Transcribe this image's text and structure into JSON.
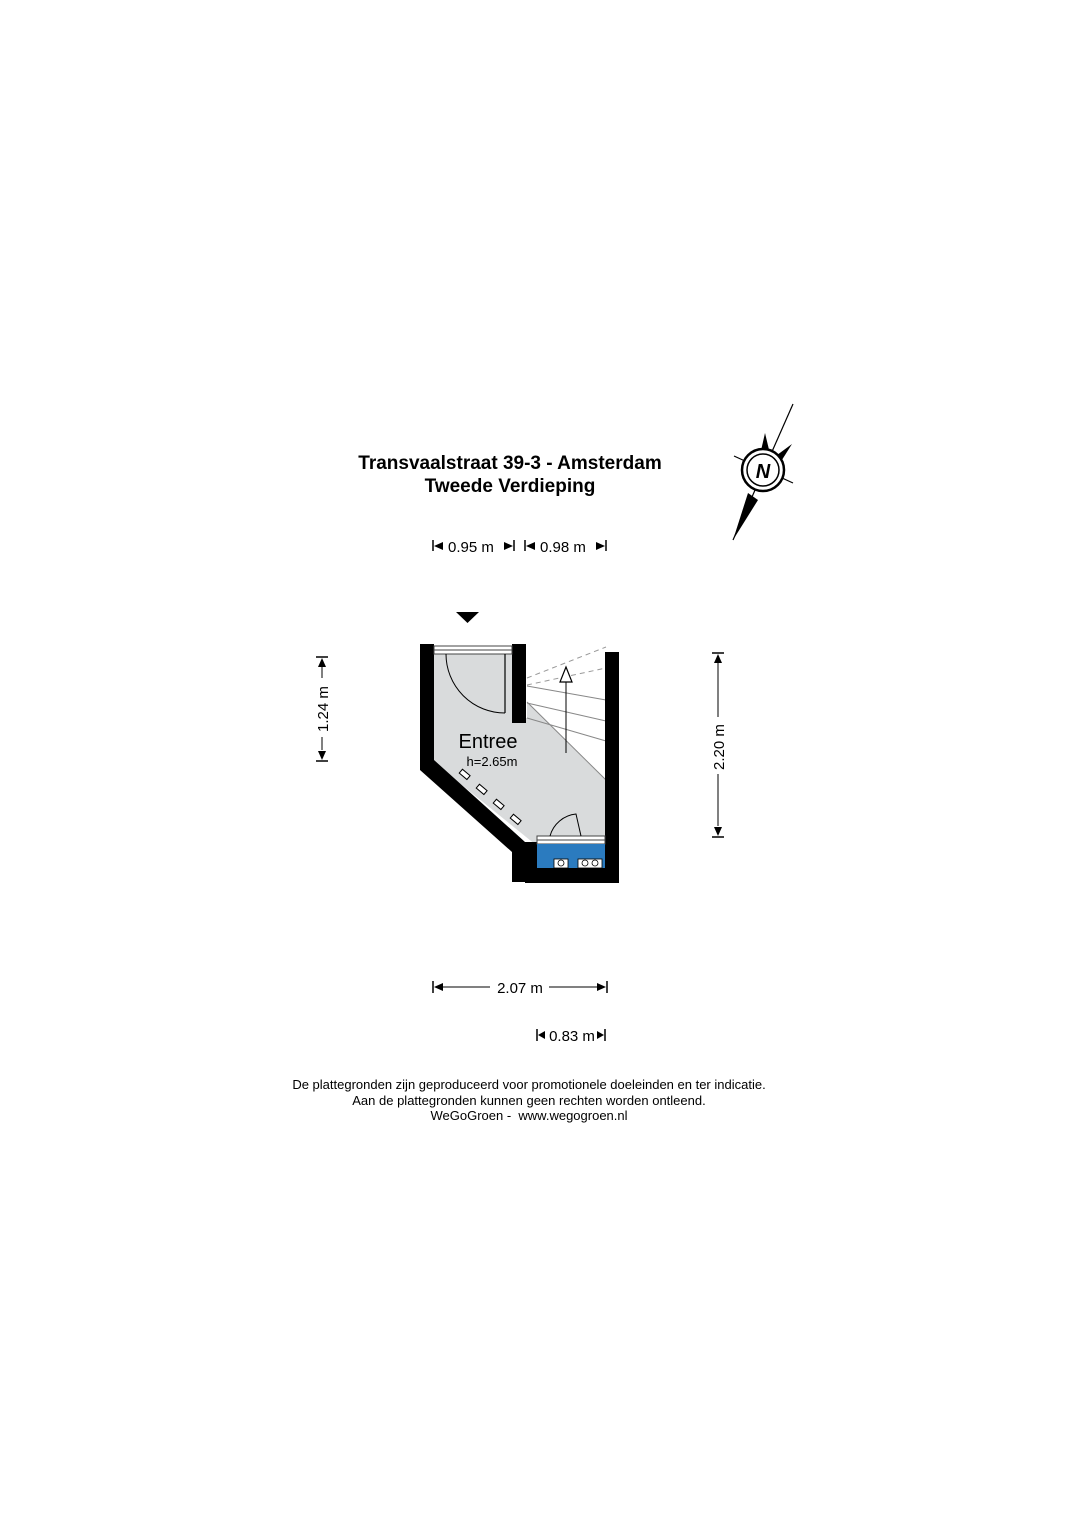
{
  "title": {
    "address": "Transvaalstraat 39-3 - Amsterdam",
    "floor": "Tweede Verdieping"
  },
  "compass": {
    "label": "N"
  },
  "room": {
    "name": "Entree",
    "height": "h=2.65m"
  },
  "dimensions": {
    "top_left": "0.95 m",
    "top_right": "0.98 m",
    "left": "1.24 m",
    "right": "2.20 m",
    "bottom": "2.07 m",
    "bottom_small": "0.83 m"
  },
  "disclaimer": {
    "line1": "De plattegronden zijn geproduceerd voor promotionele doeleinden en ter indicatie.",
    "line2": "Aan de plattegronden kunnen geen rechten worden ontleend.",
    "line3": "WeGoGroen -  www.wegogroen.nl"
  },
  "colors": {
    "floor": "#d9dbdc",
    "wall": "#000000",
    "meter_cupboard": "#2b7bbf"
  }
}
